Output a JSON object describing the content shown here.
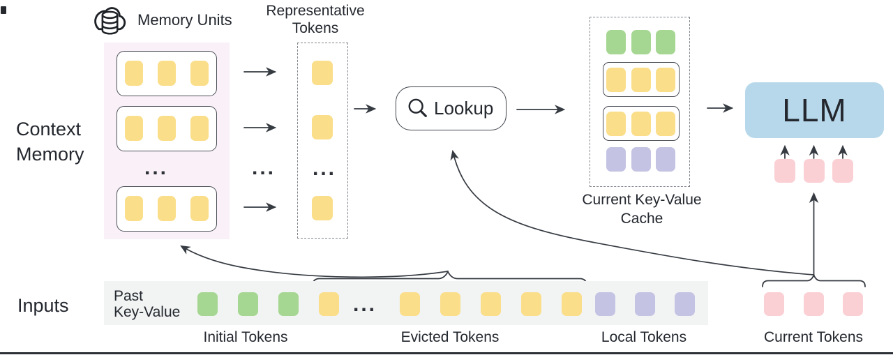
{
  "figure": {
    "left_label_line1": "Context",
    "left_label_line2": "Memory",
    "inputs_label": "Inputs",
    "ellipsis": "..."
  },
  "memory_units": {
    "title": "Memory Units",
    "icon": "cloud-database-icon",
    "units_shown": 3,
    "tokens_per_unit": 3,
    "token_color": "yellow",
    "more_indicator": "..."
  },
  "representative_tokens": {
    "title_line1": "Representative",
    "title_line2": "Tokens",
    "tokens_shown": 3,
    "token_color": "yellow",
    "more_indicator": "..."
  },
  "lookup": {
    "label": "Lookup",
    "icon": "magnifier-icon"
  },
  "current_kv_cache": {
    "label_line1": "Current Key-Value",
    "label_line2": "Cache",
    "rows": [
      {
        "color": "green",
        "count": 3,
        "boxed": false
      },
      {
        "color": "yellow",
        "count": 3,
        "boxed": true
      },
      {
        "color": "yellow",
        "count": 3,
        "boxed": true
      },
      {
        "color": "purple",
        "count": 3,
        "boxed": false
      }
    ]
  },
  "llm": {
    "label": "LLM",
    "input_tokens": {
      "count": 3,
      "color": "pink"
    }
  },
  "inputs_band": {
    "row_label_line1": "Past",
    "row_label_line2": "Key-Value",
    "groups": [
      {
        "name": "Initial Tokens",
        "color": "green",
        "count": 3
      },
      {
        "name": "Evicted Tokens",
        "color": "yellow",
        "count": 6,
        "has_ellipsis": true
      },
      {
        "name": "Local Tokens",
        "color": "purple",
        "count": 3
      }
    ]
  },
  "current_tokens": {
    "name": "Current Tokens",
    "color": "pink",
    "count": 3
  },
  "colors": {
    "token_yellow": "#FADE8A",
    "token_green": "#A6D792",
    "token_purple": "#C4C3E3",
    "token_pink": "#FBD0D5",
    "llm_blue": "#B7D8EA",
    "panel_pink": "#FAF0F8",
    "band_gray": "#F2F4F3",
    "line_dark": "#363B42",
    "text_dark": "#23272E"
  }
}
